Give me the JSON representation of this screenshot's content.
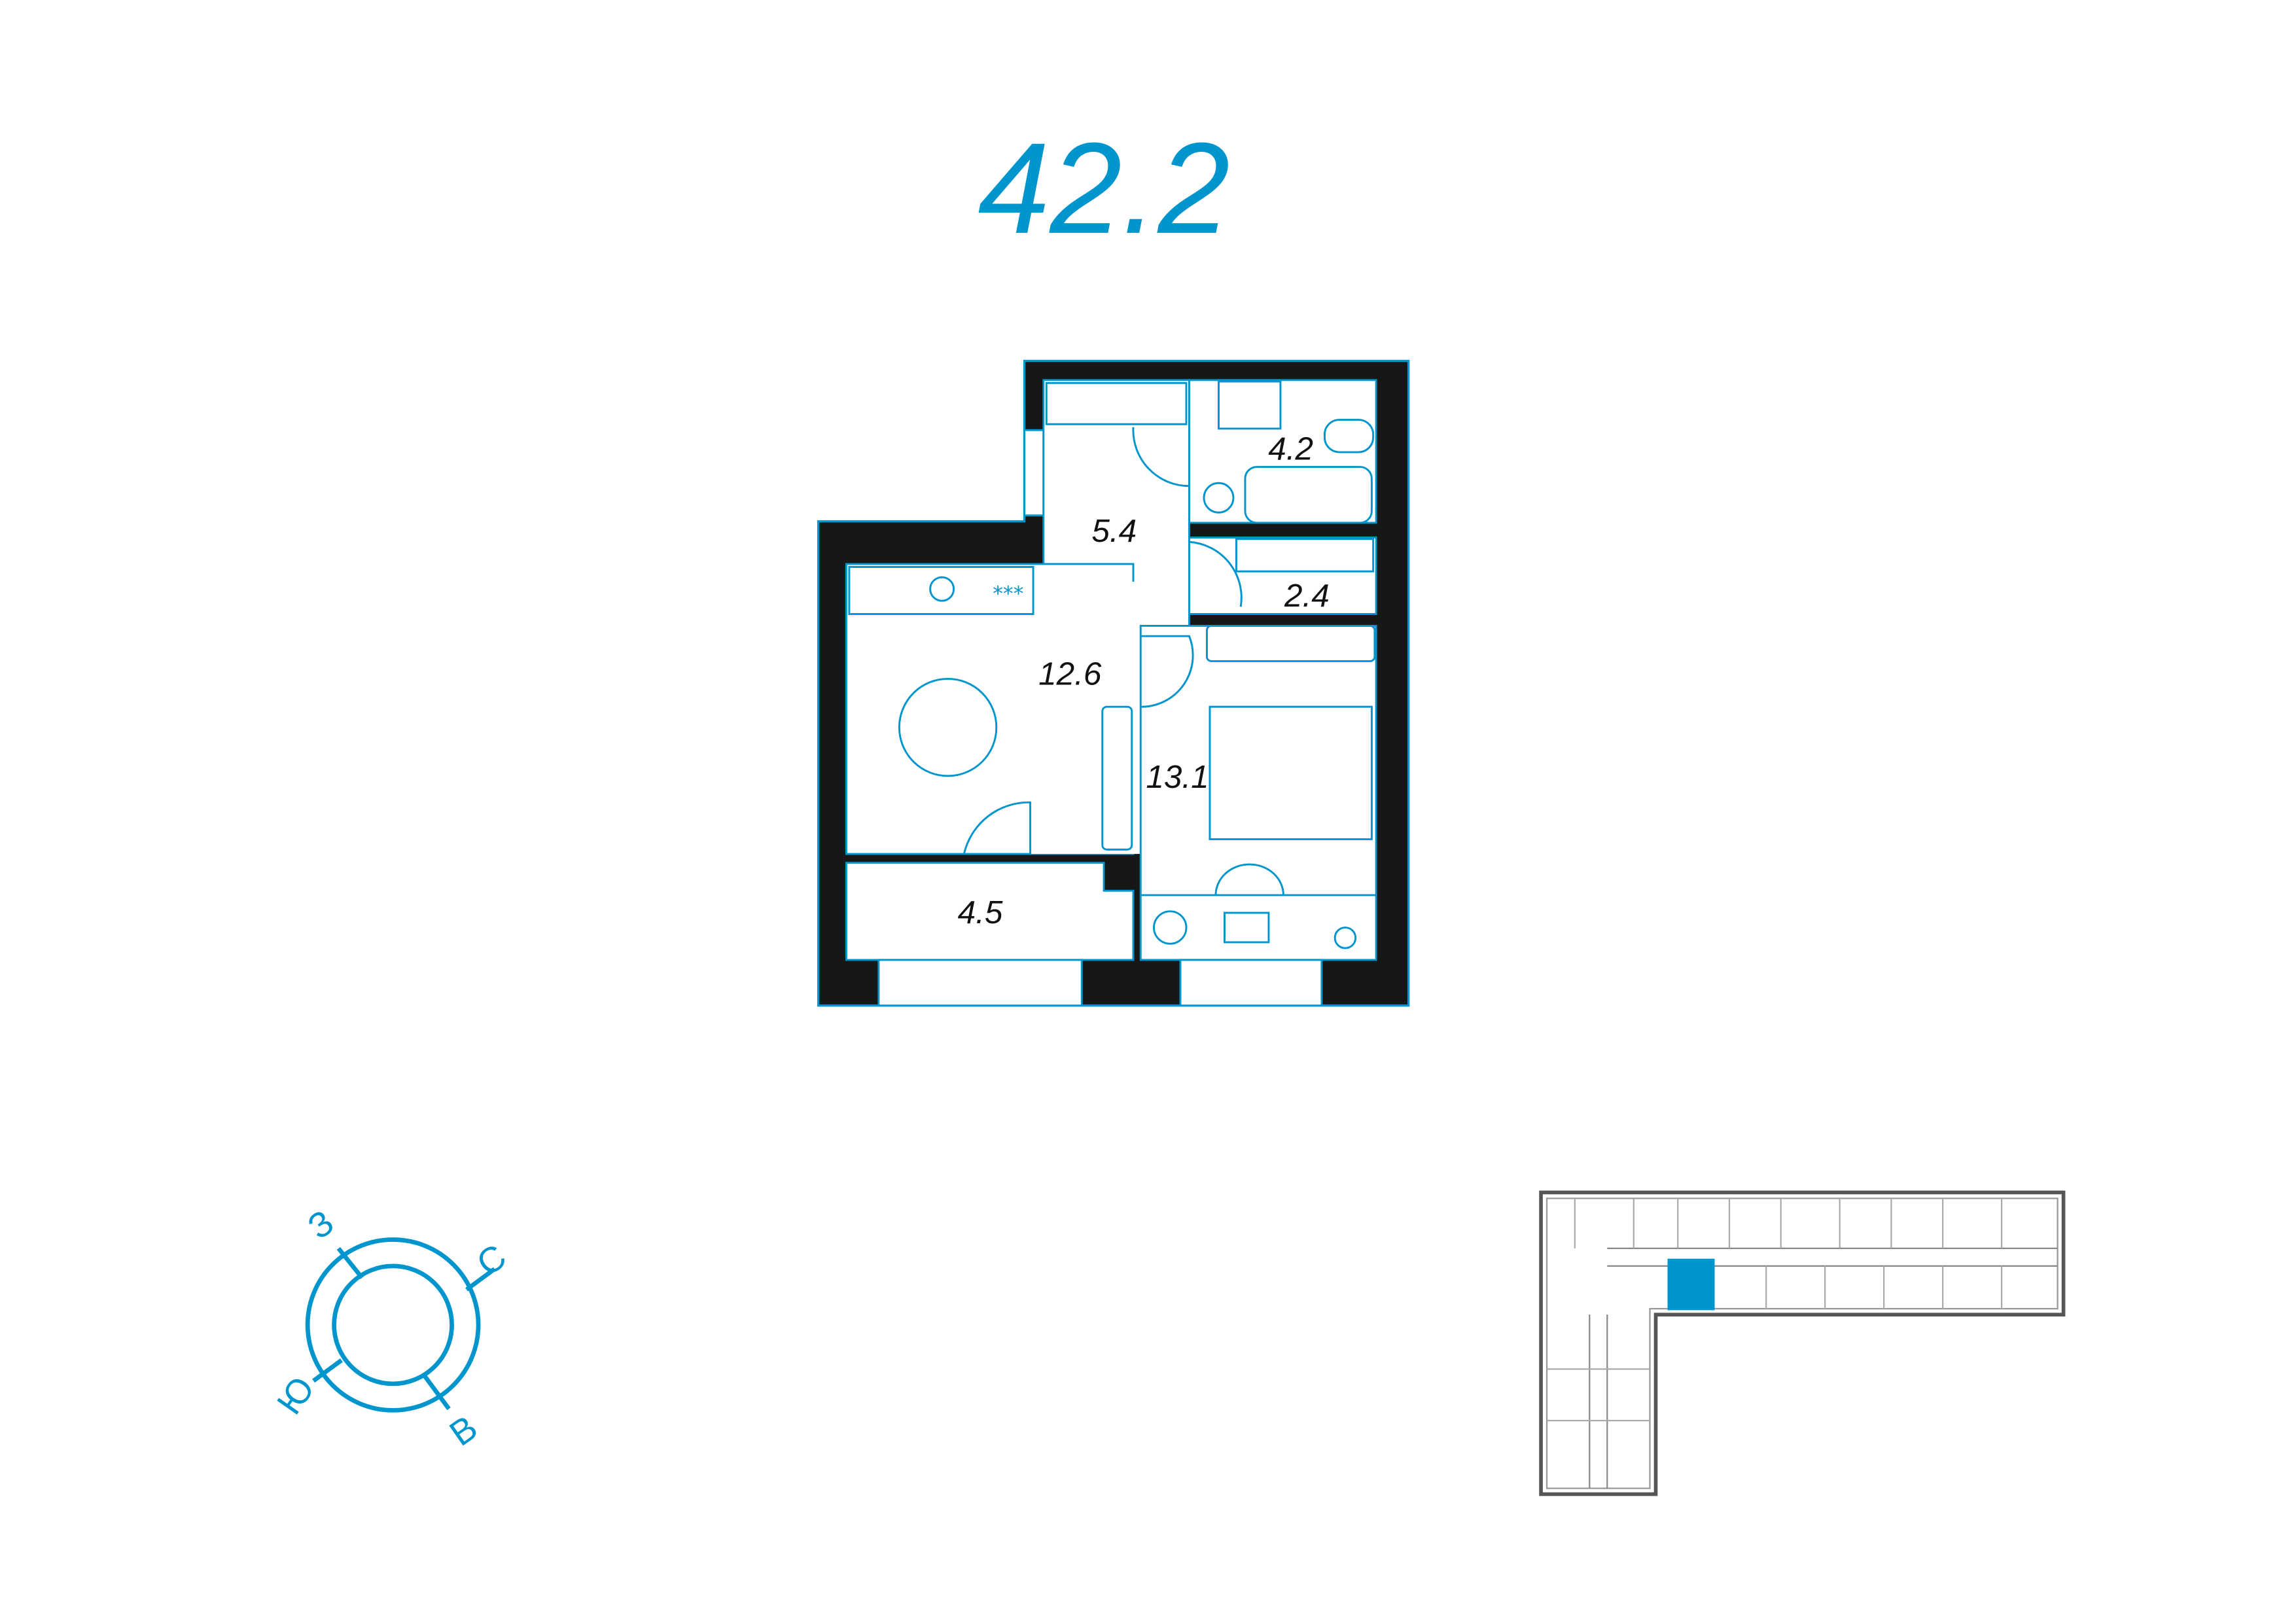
{
  "apartment": {
    "total_area": "42.2"
  },
  "rooms": [
    {
      "name": "kitchen-living",
      "area": "12.6"
    },
    {
      "name": "hallway",
      "area": "5.4"
    },
    {
      "name": "bathroom",
      "area": "4.2"
    },
    {
      "name": "storage",
      "area": "2.4"
    },
    {
      "name": "bedroom",
      "area": "13.1"
    },
    {
      "name": "loggia",
      "area": "4.5"
    }
  ],
  "compass": {
    "west": "З",
    "north": "С",
    "south": "Ю",
    "east": "В"
  },
  "colors": {
    "accent": "#0095cd",
    "wall": "#161818"
  }
}
